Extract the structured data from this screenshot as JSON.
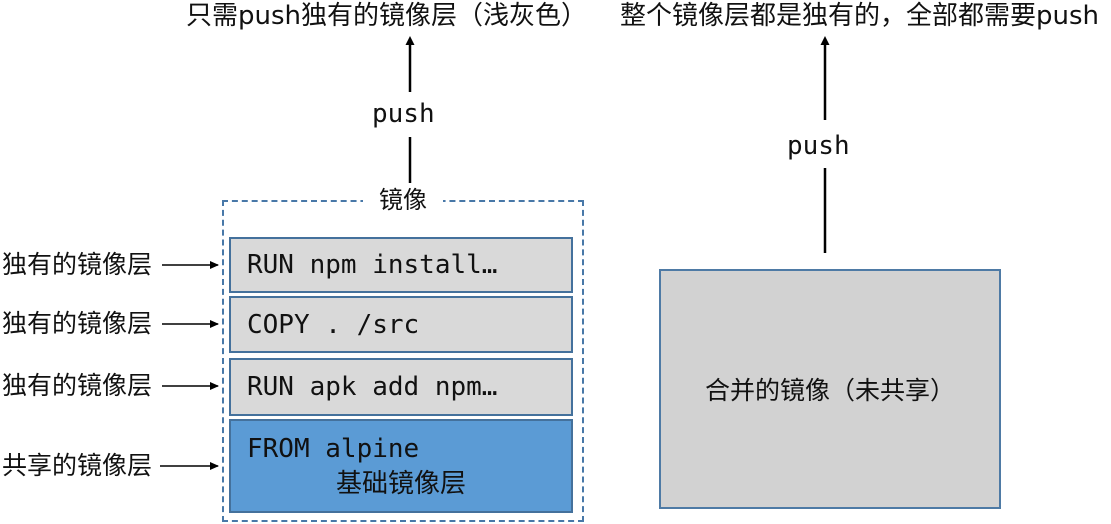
{
  "captions": {
    "left": "只需push独有的镜像层（浅灰色）",
    "right": "整个镜像层都是独有的，全部都需要push"
  },
  "push_left_label": "push",
  "push_right_label": "push",
  "image_box": {
    "title": "镜像",
    "layers": [
      {
        "command": "RUN npm install…",
        "type": "unique"
      },
      {
        "command": "COPY . /src",
        "type": "unique"
      },
      {
        "command": "RUN apk add npm…",
        "type": "unique"
      },
      {
        "command": "FROM alpine",
        "sublabel": "基础镜像层",
        "type": "shared"
      }
    ]
  },
  "side_labels": [
    {
      "text": "独有的镜像层"
    },
    {
      "text": "独有的镜像层"
    },
    {
      "text": "独有的镜像层"
    },
    {
      "text": "共享的镜像层"
    }
  ],
  "merged_box": {
    "label": "合并的镜像（未共享）"
  },
  "colors": {
    "shared_layer_fill": "#5B9BD5",
    "unique_layer_fill": "#D9D9D9",
    "layer_border": "#44719C",
    "dashed_border": "#4878A8",
    "merged_fill": "#D2D2D2",
    "merged_border": "#4E7AA5",
    "arrow": "#000000"
  }
}
